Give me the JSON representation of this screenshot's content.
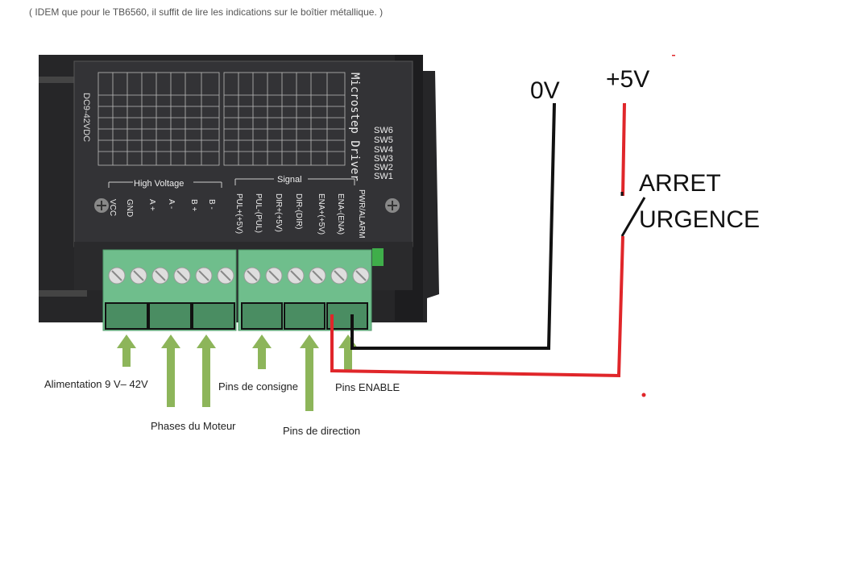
{
  "caption": "( IDEM que pour le TB6560, il suffit de lire les indications sur le boîtier métallique. )",
  "driver": {
    "title": "Microstep Driver",
    "dc_label": "DC9-42VDC",
    "switches": [
      "SW6",
      "SW5",
      "SW4",
      "SW3",
      "SW2",
      "SW1"
    ],
    "high_voltage": "High Voltage",
    "signal": "Signal",
    "hv_pins": [
      "VCC",
      "GND",
      "A +",
      "A -",
      "B +",
      "B -"
    ],
    "sig_pins": [
      "PUL+(+5V)",
      "PUL-(PUL)",
      "DIR+(+5V)",
      "DIR-(DIR)",
      "ENA+(+5V)",
      "ENA-(ENA)"
    ],
    "pwr_alarm": "PWR/ALARM"
  },
  "labels": {
    "alim": "Alimentation 9 V– 42V",
    "phases": "Phases du Moteur",
    "consigne": "Pins de consigne",
    "direction": "Pins de direction",
    "enable": "Pins ENABLE"
  },
  "wiring": {
    "zero_v": "0V",
    "plus_5v": "+5V",
    "arret": "ARRET",
    "urgence": "URGENCE"
  },
  "colors": {
    "wire_black": "#111111",
    "wire_red": "#e0262a",
    "arrow_green": "#8db55a",
    "terminal_green": "#6fbe8c",
    "case_dark": "#2e2e30"
  }
}
